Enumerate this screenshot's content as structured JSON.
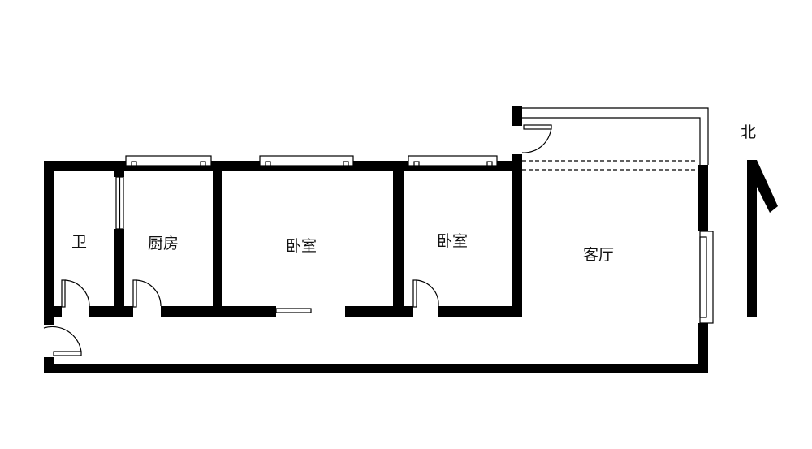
{
  "rooms": {
    "bathroom": "卫",
    "kitchen": "厨房",
    "bedroom_1": "卧室",
    "bedroom_2": "卧室",
    "living_room": "客厅"
  },
  "compass": {
    "label": "北",
    "icon": "north-arrow-icon"
  },
  "colors": {
    "wall": "#000000",
    "background": "#ffffff"
  }
}
